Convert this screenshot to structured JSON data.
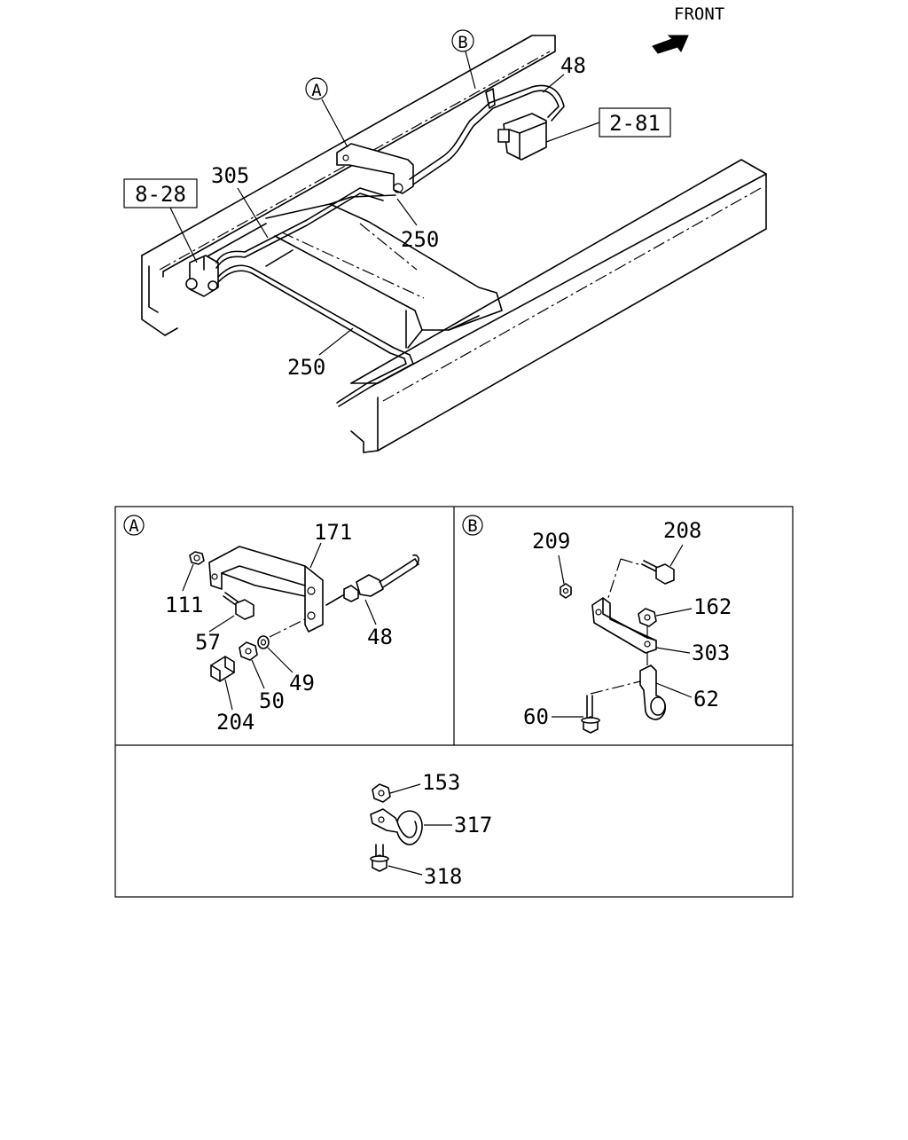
{
  "front_label": "FRONT",
  "main": {
    "callouts": {
      "a": "A",
      "b": "B",
      "p48": "48",
      "p305": "305",
      "p250_top": "250",
      "p250_bottom": "250"
    },
    "refs": {
      "r1": "2-81",
      "r2": "8-28"
    }
  },
  "detail_a": {
    "marker": "A",
    "parts": {
      "p171": "171",
      "p111": "111",
      "p57": "57",
      "p48": "48",
      "p49": "49",
      "p50": "50",
      "p204": "204"
    }
  },
  "detail_b": {
    "marker": "B",
    "parts": {
      "p209": "209",
      "p208": "208",
      "p162": "162",
      "p303": "303",
      "p62": "62",
      "p60": "60"
    }
  },
  "detail_c": {
    "parts": {
      "p153": "153",
      "p317": "317",
      "p318": "318"
    }
  }
}
